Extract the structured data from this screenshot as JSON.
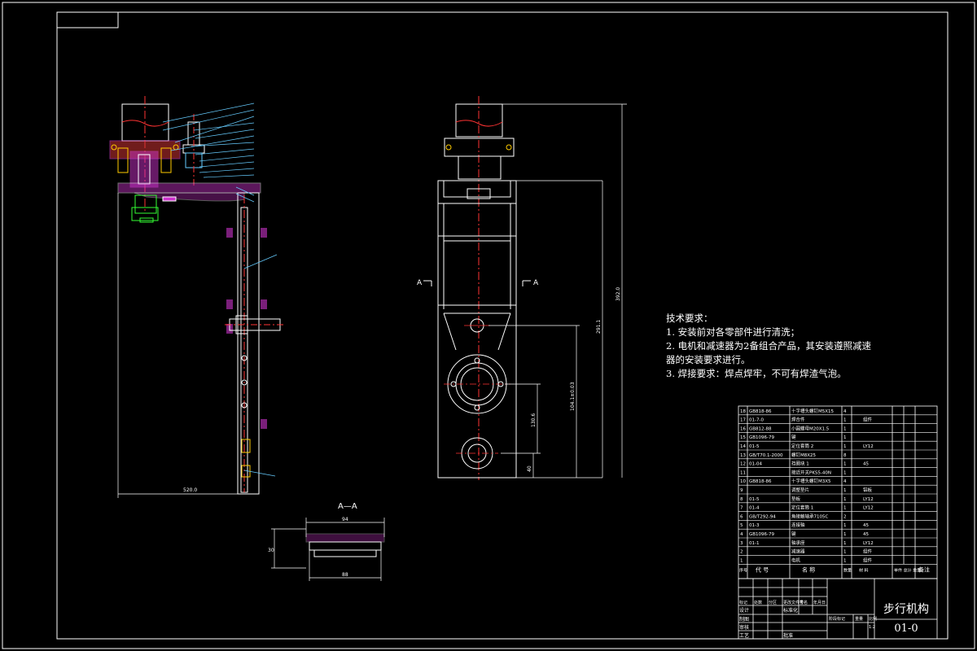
{
  "drawing": {
    "section_marker": "A",
    "section_title": "A—A"
  },
  "tech_notes": {
    "heading": "技术要求：",
    "items": [
      "1. 安装前对各零部件进行清洗；",
      "2. 电机和减速器为2备组合产品，其安装遵照减速",
      "器的安装要求进行。",
      "3. 焊接要求：焊点焊牢，不可有焊渣气泡。"
    ]
  },
  "parts_table": {
    "rows": [
      {
        "no": "18",
        "code": "GB818-86",
        "name": "十字槽头螺钉M5X15",
        "qty": "4",
        "mat": "",
        "note": ""
      },
      {
        "no": "17",
        "code": "01-7-0",
        "name": "焊合件",
        "qty": "1",
        "mat": "组件",
        "note": ""
      },
      {
        "no": "16",
        "code": "GB812-88",
        "name": "小圆螺母M20X1.5",
        "qty": "1",
        "mat": "",
        "note": ""
      },
      {
        "no": "15",
        "code": "GB1096-79",
        "name": "键",
        "qty": "1",
        "mat": "",
        "note": ""
      },
      {
        "no": "14",
        "code": "01-5",
        "name": "定位套筒 2",
        "qty": "1",
        "mat": "LY12",
        "note": ""
      },
      {
        "no": "13",
        "code": "GB/T70.1-2000",
        "name": "螺钉M8X25",
        "qty": "8",
        "mat": "",
        "note": ""
      },
      {
        "no": "12",
        "code": "01-04",
        "name": "挡圈块 1",
        "qty": "1",
        "mat": "45",
        "note": ""
      },
      {
        "no": "11",
        "code": "",
        "name": "接近开关PKS5-40N",
        "qty": "1",
        "mat": "",
        "note": ""
      },
      {
        "no": "10",
        "code": "GB818-86",
        "name": "十字槽头螺钉M3X5",
        "qty": "4",
        "mat": "",
        "note": ""
      },
      {
        "no": "9",
        "code": "",
        "name": "调整垫片",
        "qty": "1",
        "mat": "铝板",
        "note": ""
      },
      {
        "no": "8",
        "code": "01-5",
        "name": "垫板",
        "qty": "1",
        "mat": "LY12",
        "note": ""
      },
      {
        "no": "7",
        "code": "01-4",
        "name": "定位套筒 1",
        "qty": "1",
        "mat": "LY12",
        "note": ""
      },
      {
        "no": "6",
        "code": "GB/T292-94",
        "name": "角接触轴承7105C",
        "qty": "2",
        "mat": "",
        "note": ""
      },
      {
        "no": "5",
        "code": "01-3",
        "name": "连接轴",
        "qty": "1",
        "mat": "45",
        "note": ""
      },
      {
        "no": "4",
        "code": "GB1096-79",
        "name": "键",
        "qty": "1",
        "mat": "45",
        "note": ""
      },
      {
        "no": "3",
        "code": "01-1",
        "name": "轴承座",
        "qty": "1",
        "mat": "LY12",
        "note": ""
      },
      {
        "no": "2",
        "code": "",
        "name": "减速器",
        "qty": "1",
        "mat": "组件",
        "note": ""
      },
      {
        "no": "1",
        "code": "",
        "name": "电机",
        "qty": "1",
        "mat": "组件",
        "note": ""
      }
    ],
    "header": {
      "no": "序号",
      "code": "代  号",
      "name": "名    称",
      "qty": "数量",
      "mat": "材    料",
      "weight": "单件 总计 重量",
      "note": "备注"
    }
  },
  "title_block": {
    "title": "步行机构",
    "code": "01-0",
    "labels": {
      "mark": "标记",
      "count": "处数",
      "zone": "分区",
      "doc": "更改文件号",
      "sign": "签名",
      "date": "年月日",
      "design": "设计",
      "std": "标准化",
      "drafter": "制图",
      "check": "审核",
      "process": "工艺",
      "approve": "批准",
      "stage": "阶段标记",
      "weight": "重量",
      "scale": "比例",
      "scale_val": "1:2"
    }
  },
  "dims": {
    "left_width": "520.0",
    "section_width": "94",
    "section_height": "30",
    "section_bottom": "88",
    "right_h1": "392.0",
    "right_h2": "291.1",
    "right_h3": "104.1±0.03",
    "right_h4": "130.6",
    "right_h5": "40"
  }
}
